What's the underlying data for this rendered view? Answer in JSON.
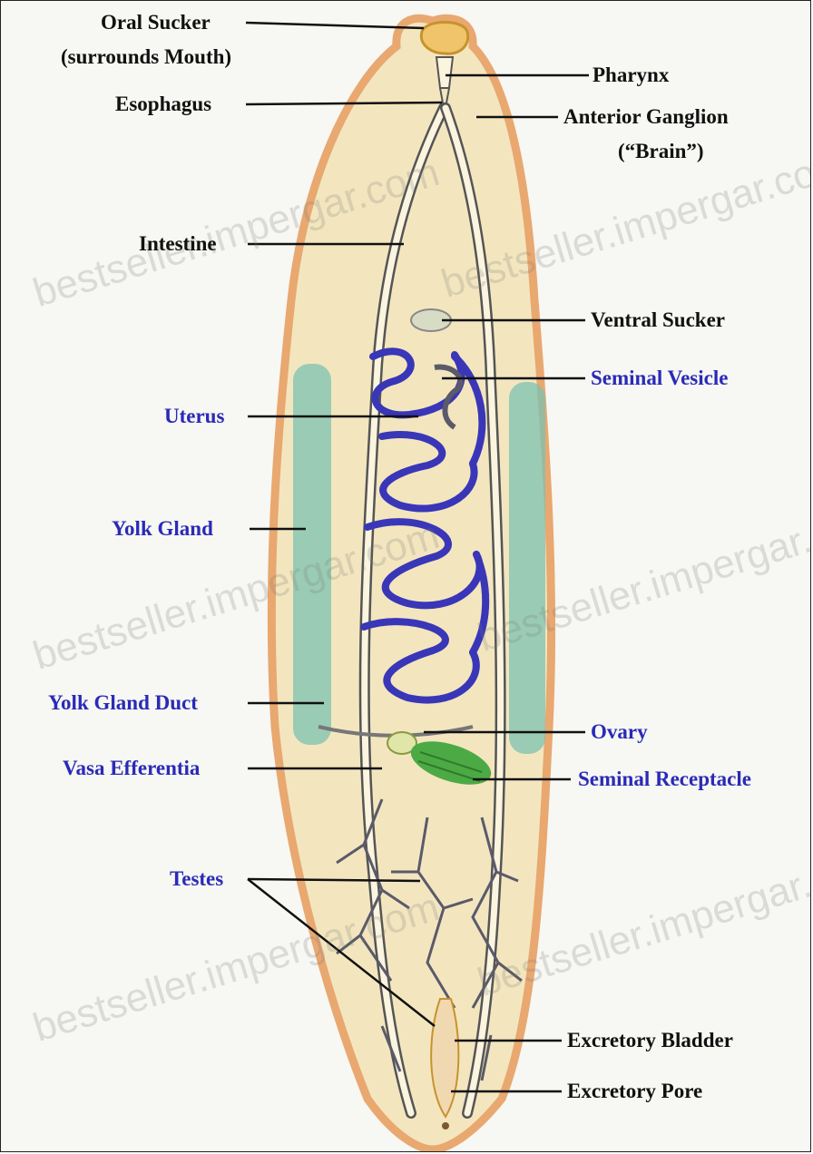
{
  "labels": {
    "oral_sucker": "Oral Sucker",
    "oral_sucker_note": "(surrounds Mouth)",
    "esophagus": "Esophagus",
    "pharynx": "Pharynx",
    "anterior_ganglion": "Anterior Ganglion",
    "anterior_ganglion_note": "(“Brain”)",
    "intestine": "Intestine",
    "ventral_sucker": "Ventral Sucker",
    "seminal_vesicle": "Seminal Vesicle",
    "uterus": "Uterus",
    "yolk_gland": "Yolk Gland",
    "yolk_gland_duct": "Yolk Gland Duct",
    "ovary": "Ovary",
    "vasa_efferentia": "Vasa Efferentia",
    "seminal_receptacle": "Seminal Receptacle",
    "testes": "Testes",
    "excretory_bladder": "Excretory Bladder",
    "excretory_pore": "Excretory Pore"
  },
  "watermark": "bestseller.impergar.com",
  "colors": {
    "label_black": "#111111",
    "label_blue": "#2a2ab8",
    "body_fill": "#f3e6bf",
    "body_edge": "#e8a870",
    "uterus": "#3a36b8",
    "yolk_gland": "#7cc2b0",
    "seminal_receptacle": "#4caa45",
    "testes": "#5a5a6a"
  }
}
